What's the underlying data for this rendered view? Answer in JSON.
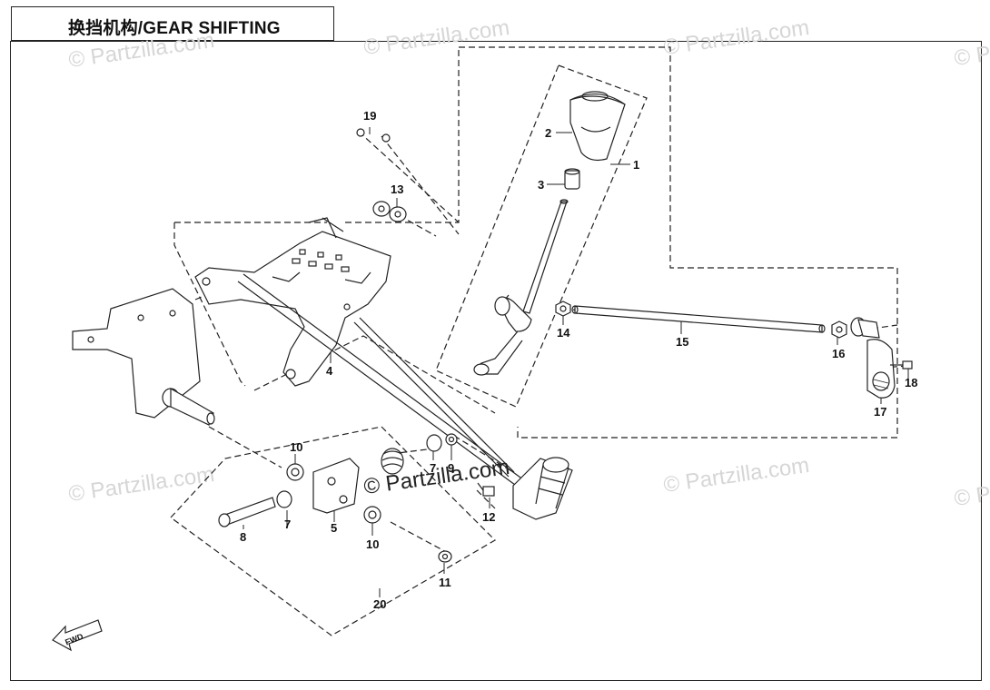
{
  "title": "换挡机构/GEAR SHIFTING",
  "watermark": "© Partzilla.com",
  "fwd_label": "FWD",
  "part_labels": [
    "1",
    "2",
    "3",
    "4",
    "5",
    "7",
    "7",
    "8",
    "9",
    "10",
    "10",
    "11",
    "12",
    "13",
    "14",
    "15",
    "16",
    "17",
    "18",
    "19",
    "20"
  ],
  "colors": {
    "line": "#222222",
    "watermark": "#d6d6d6"
  }
}
